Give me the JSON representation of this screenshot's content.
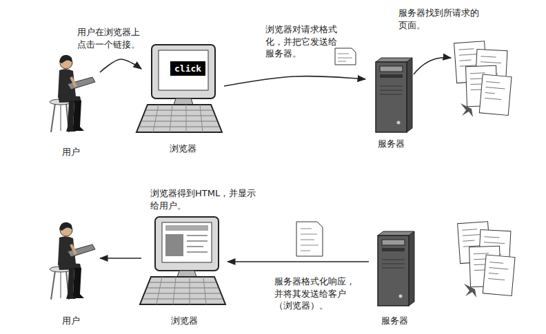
{
  "diagram": {
    "nodes": [
      {
        "text": [
          "用户"
        ]
      },
      {
        "text": [
          "click",
          "浏览器"
        ]
      },
      {
        "text": [
          "服务器"
        ]
      },
      {
        "text": [
          "用户"
        ]
      },
      {
        "text": [
          "浏览器"
        ]
      },
      {
        "text": [
          "服务器"
        ]
      }
    ],
    "edges": [
      {
        "from": 0,
        "to": 1,
        "arrow": "to",
        "label": "用户在浏览器上点击一个链接。"
      },
      {
        "from": 1,
        "to": 2,
        "arrow": "to",
        "label": "浏览器对请求格式化，并把它发送给服务器。"
      },
      {
        "from": 5,
        "to": 4,
        "arrow": "to",
        "label": "服务器格式化响应，并将其发送给客户（浏览器）。"
      },
      {
        "from": 4,
        "to": 3,
        "arrow": "to",
        "label": "浏览器得到HTML，并显示给用户。"
      }
    ],
    "labels": [
      "服务器找到所请求的页面。"
    ]
  }
}
